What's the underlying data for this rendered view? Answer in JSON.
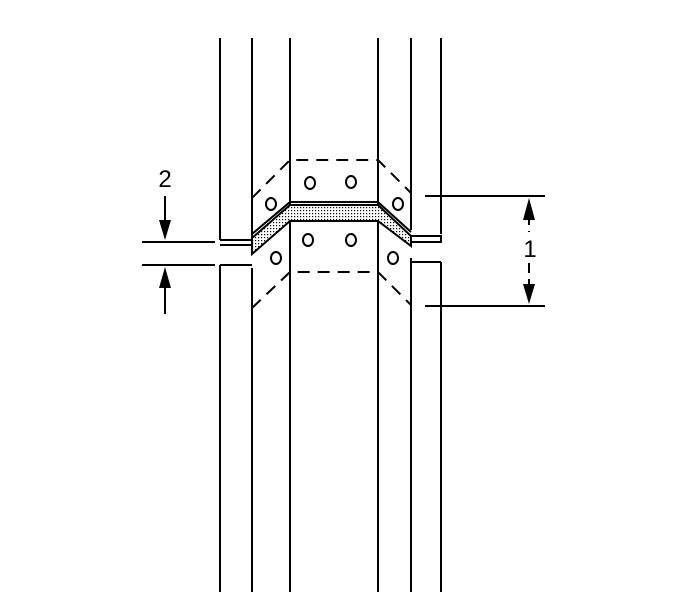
{
  "diagram": {
    "callouts": [
      {
        "id": "dimension-1",
        "label": "1"
      },
      {
        "id": "dimension-2",
        "label": "2"
      }
    ],
    "colors": {
      "line": "#000000",
      "background": "#ffffff",
      "fill_stipple": "#d9d9d9"
    }
  }
}
